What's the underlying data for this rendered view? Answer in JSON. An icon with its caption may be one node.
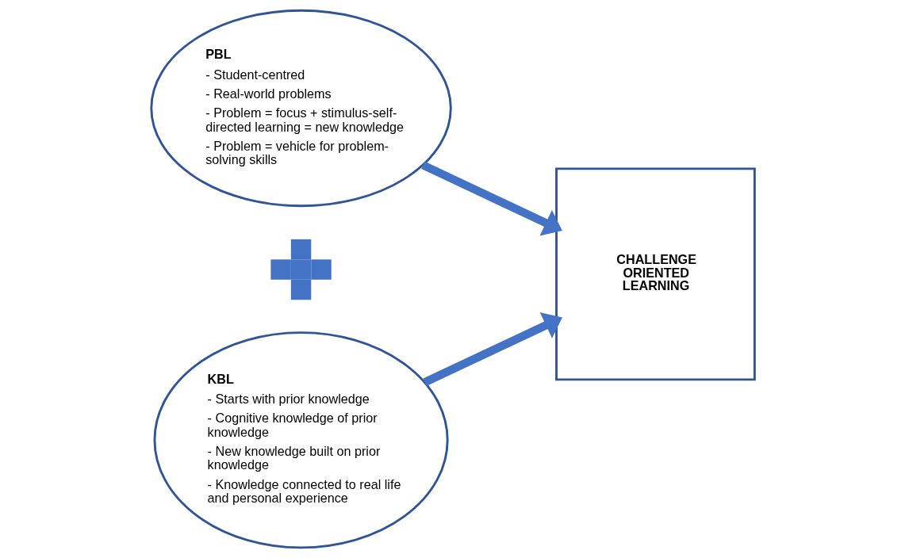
{
  "diagram": {
    "nodes": [
      {
        "text": [
          "PBL",
          "- Student-centred",
          "- Real-world problems",
          "- Problem = focus + stimulus-self-directed learning = new knowledge",
          "- Problem = vehicle for problem-solving skills"
        ]
      },
      {
        "text": [],
        "shape": "plus"
      },
      {
        "text": [
          "KBL",
          "- Starts with prior knowledge",
          "- Cognitive knowledge of prior knowledge",
          "- New knowledge built on prior knowledge",
          "- Knowledge connected to real life and personal experience"
        ]
      },
      {
        "text": [
          "CHALLENGE ORIENTED LEARNING"
        ]
      }
    ],
    "edges": [
      {
        "from": 0,
        "to": 3,
        "arrow": "to"
      },
      {
        "from": 2,
        "to": 3,
        "arrow": "to"
      }
    ]
  }
}
